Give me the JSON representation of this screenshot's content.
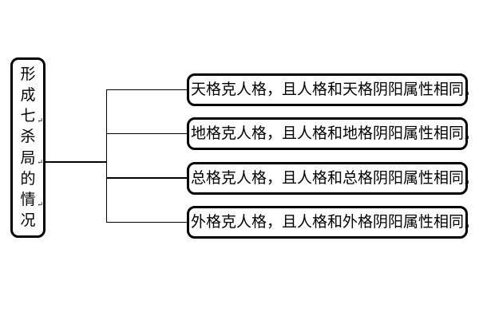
{
  "diagram": {
    "title": "形成七杀局的情况",
    "root": {
      "label": "形成七杀局的情况",
      "chars": [
        {
          "char": "形",
          "line_break_mark": false
        },
        {
          "char": "成",
          "line_break_mark": false
        },
        {
          "char": "七",
          "line_break_mark": true
        },
        {
          "char": "杀",
          "line_break_mark": false
        },
        {
          "char": "局",
          "line_break_mark": true
        },
        {
          "char": "的",
          "line_break_mark": false
        },
        {
          "char": "情",
          "line_break_mark": true
        },
        {
          "char": "况",
          "line_break_mark": false
        }
      ]
    },
    "branches": [
      {
        "label": "天格克人格，且人格和天格阴阳属性相同"
      },
      {
        "label": "地格克人格，且人格和地格阴阳属性相同"
      },
      {
        "label": "总格克人格，且人格和总格阴阳属性相同"
      },
      {
        "label": "外格克人格，且人格和外格阴阳属性相同"
      }
    ],
    "marks": {
      "line_break": "↵",
      "paragraph_end": "↵"
    },
    "colors": {
      "line": "#000000",
      "text": "#000000",
      "background": "#ffffff"
    }
  }
}
